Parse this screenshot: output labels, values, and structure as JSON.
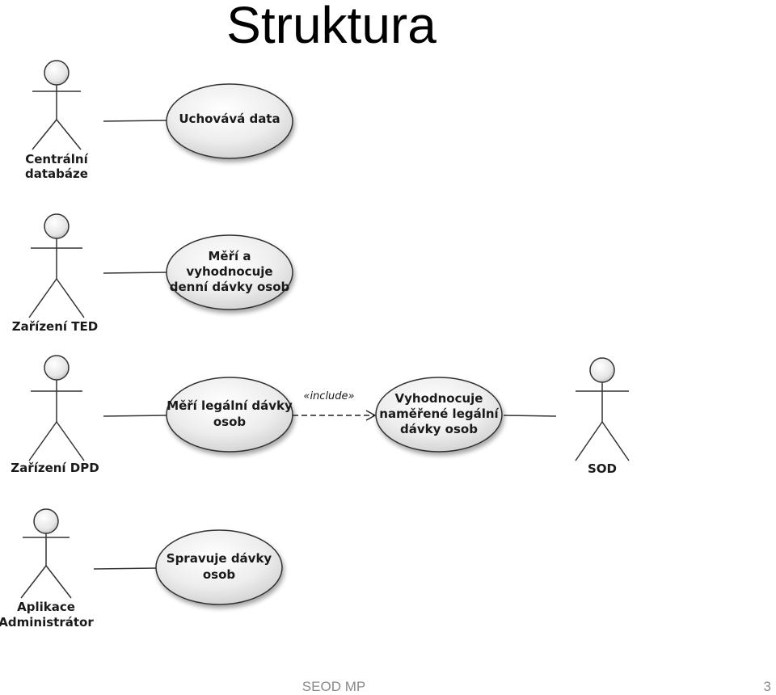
{
  "slide": {
    "title": "Struktura",
    "footer": "SEOD MP",
    "page_number": "3"
  },
  "actors": {
    "central_db": [
      "Centrální",
      "databáze"
    ],
    "ted": [
      "Zařízení TED"
    ],
    "dpd": [
      "Zařízení DPD"
    ],
    "admin": [
      "Aplikace",
      "Administrátor"
    ],
    "sod": [
      "SOD"
    ]
  },
  "use_cases": {
    "store_data": [
      "Uchovává data"
    ],
    "measure_daily": [
      "Měří a",
      "vyhodnocuje",
      "denní dávky osob"
    ],
    "measure_legal": [
      "Měří legální dávky",
      "osob"
    ],
    "evaluate_legal": [
      "Vyhodnocuje",
      "naměřené legální",
      "dávky osob"
    ],
    "manage_doses": [
      "Spravuje dávky",
      "osob"
    ]
  },
  "relations": {
    "include_label": "«include»"
  }
}
